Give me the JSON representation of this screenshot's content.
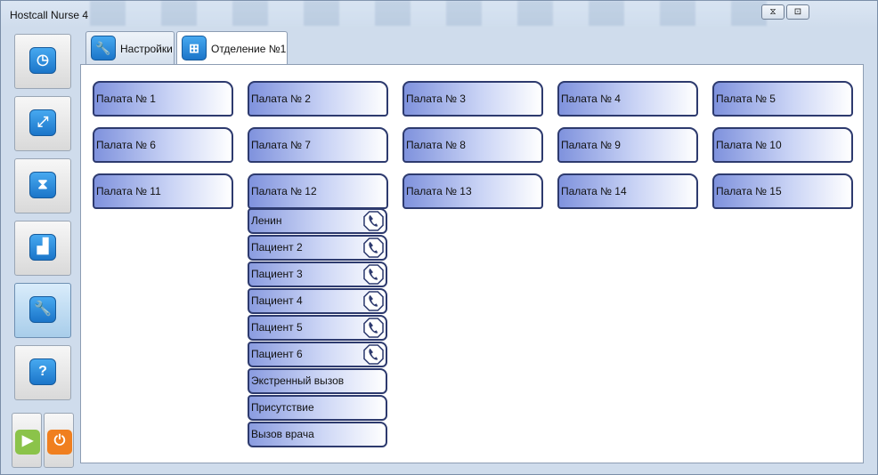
{
  "window": {
    "title": "Hostcall Nurse 4"
  },
  "titlebar_buttons": [
    {
      "name": "collapse-window-button",
      "glyph": "⧖"
    },
    {
      "name": "restore-window-button",
      "glyph": "⊡"
    }
  ],
  "sidebar": {
    "items": [
      {
        "name": "clock",
        "glyph": "◷",
        "active": false
      },
      {
        "name": "fullscreen",
        "glyph": "⤢",
        "active": false
      },
      {
        "name": "hourglass",
        "glyph": "⧗",
        "active": false
      },
      {
        "name": "chart",
        "glyph": "▟",
        "active": false
      },
      {
        "name": "settings",
        "glyph": "🔧",
        "active": true
      },
      {
        "name": "help",
        "glyph": "?",
        "active": false
      }
    ],
    "bottom": [
      {
        "name": "play",
        "glyph": "▶",
        "color": "#8bc34a"
      },
      {
        "name": "power",
        "glyph": "⏻",
        "color": "#f07f1f"
      }
    ]
  },
  "tabs": [
    {
      "label": "Настройки",
      "icon": "wrench-icon",
      "glyph": "🔧",
      "active": false
    },
    {
      "label": "Отделение №1",
      "icon": "windows-icon",
      "glyph": "⊞",
      "active": true
    }
  ],
  "rooms": [
    [
      "Палата № 1",
      "Палата № 2",
      "Палата № 3",
      "Палата № 4",
      "Палата № 5"
    ],
    [
      "Палата № 6",
      "Палата № 7",
      "Палата № 8",
      "Палата № 9",
      "Палата № 10"
    ],
    [
      "Палата № 11",
      "Палата № 12",
      "Палата № 13",
      "Палата № 14",
      "Палата № 15"
    ]
  ],
  "room12_items": [
    {
      "label": "Ленин",
      "call": true
    },
    {
      "label": "Пациент 2",
      "call": true
    },
    {
      "label": "Пациент 3",
      "call": true
    },
    {
      "label": "Пациент 4",
      "call": true
    },
    {
      "label": "Пациент 5",
      "call": true
    },
    {
      "label": "Пациент 6",
      "call": true
    },
    {
      "label": "Экстренный вызов",
      "call": false
    },
    {
      "label": "Присутствие",
      "call": false
    },
    {
      "label": "Вызов врача",
      "call": false
    }
  ],
  "colors": {
    "accent": "#1b75c9",
    "room_border": "#2d3a6e",
    "room_gradient_start": "#7f92dd"
  }
}
